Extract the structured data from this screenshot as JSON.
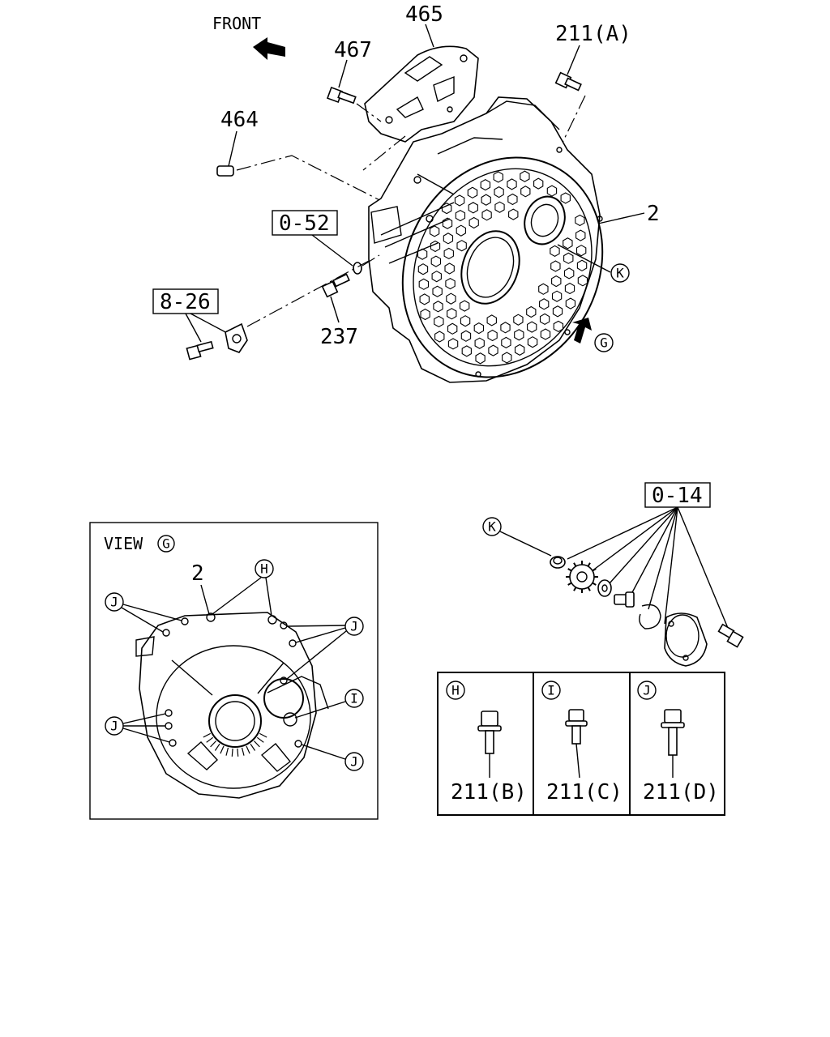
{
  "diagram": {
    "front_label": "FRONT",
    "part_labels": {
      "p465": "465",
      "p467": "467",
      "p211a": "211(A)",
      "p464": "464",
      "p2": "2",
      "p237": "237",
      "p211b": "211(B)",
      "p211c": "211(C)",
      "p211d": "211(D)"
    },
    "ref_boxes": {
      "r052": "0-52",
      "r826": "8-26",
      "r014": "0-14"
    },
    "callouts": {
      "K": "K",
      "G": "G",
      "H": "H",
      "I": "I",
      "J": "J"
    },
    "view": {
      "title": "VIEW",
      "letter": "G",
      "part": "2"
    }
  }
}
